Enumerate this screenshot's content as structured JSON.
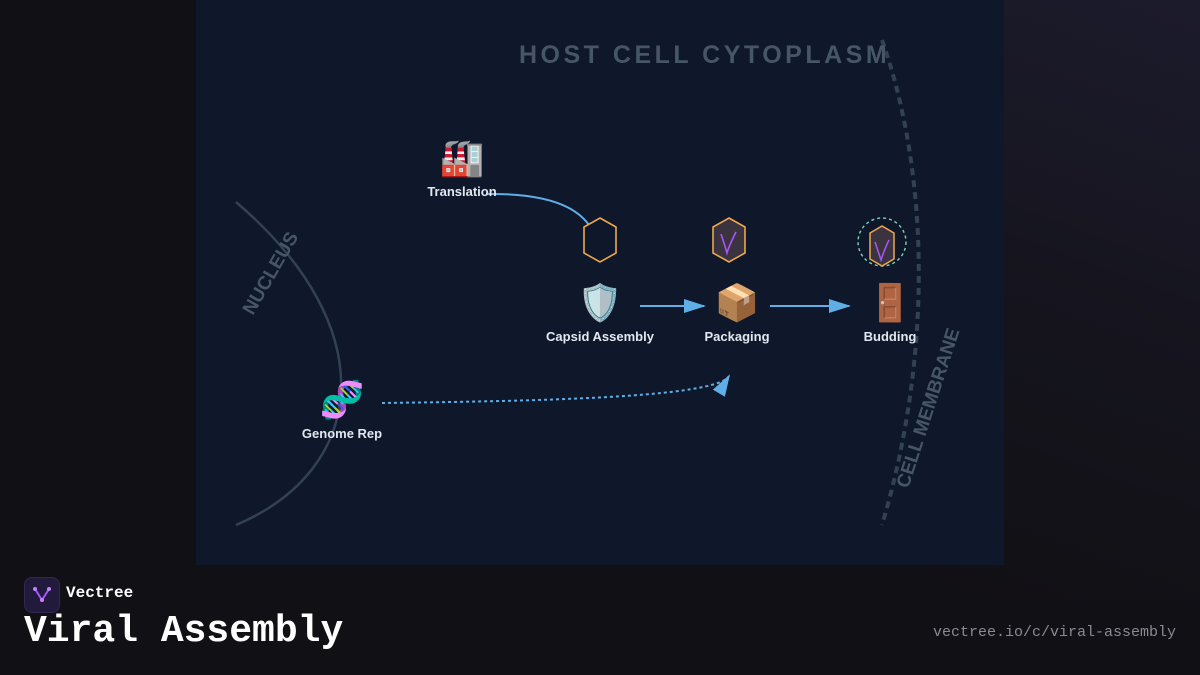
{
  "diagram": {
    "regions": {
      "cytoplasm": "HOST CELL CYTOPLASM",
      "nucleus": "NUCLEUS",
      "membrane": "CELL MEMBRANE"
    },
    "nodes": [
      {
        "id": "translation",
        "emoji": "🏭",
        "label": "Translation"
      },
      {
        "id": "capsid",
        "emoji": "🛡️",
        "label": "Capsid Assembly"
      },
      {
        "id": "packaging",
        "emoji": "📦",
        "label": "Packaging"
      },
      {
        "id": "budding",
        "emoji": "🚪",
        "label": "Budding"
      },
      {
        "id": "genome",
        "emoji": "🧬",
        "label": "Genome Rep"
      }
    ],
    "edges": [
      {
        "from": "translation",
        "to": "capsid",
        "style": "solid"
      },
      {
        "from": "capsid",
        "to": "packaging",
        "style": "solid"
      },
      {
        "from": "packaging",
        "to": "budding",
        "style": "solid"
      },
      {
        "from": "genome",
        "to": "packaging",
        "style": "dashed"
      }
    ],
    "colors": {
      "arrow": "#60aee8",
      "capsid_outline": "#eda84c",
      "genome_strand": "#a855f7",
      "envelope": "#7fd1b0",
      "region_line": "#334155",
      "region_text": "#475569"
    }
  },
  "footer": {
    "brand": "Vectree",
    "title": "Viral Assembly",
    "url": "vectree.io/c/viral-assembly"
  }
}
